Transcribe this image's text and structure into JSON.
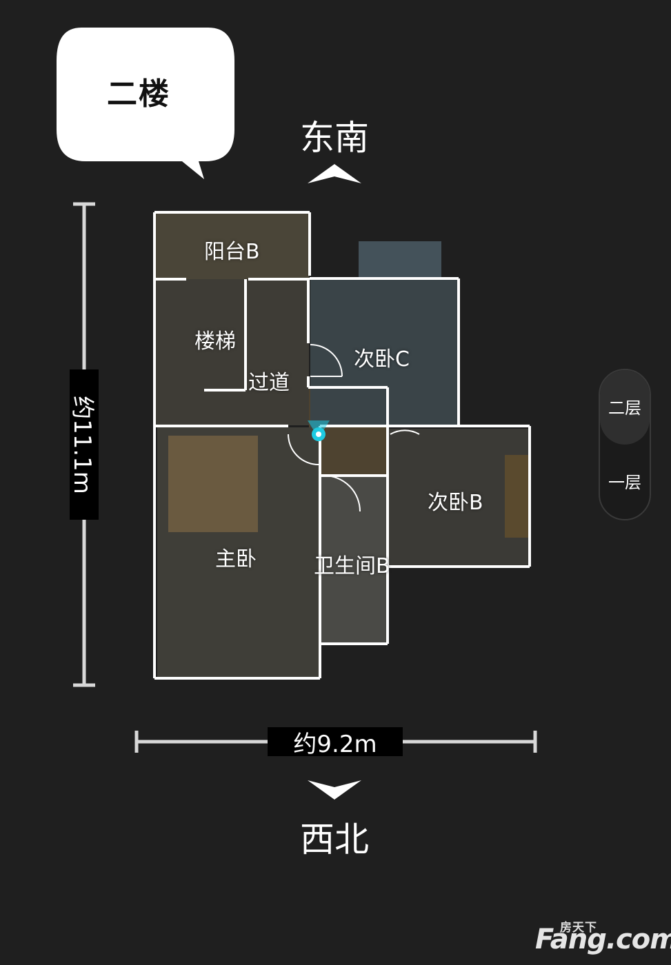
{
  "floor_tag": "二楼",
  "directions": {
    "top": "东南",
    "bottom": "西北"
  },
  "dimensions": {
    "height": "约11.1m",
    "width": "约9.2m"
  },
  "rooms": {
    "balcony": "阳台B",
    "stairs": "楼梯",
    "corridor": "过道",
    "bedroom_c": "次卧C",
    "bedroom_b": "次卧B",
    "master": "主卧",
    "bathroom": "卫生间B"
  },
  "floor_switcher": {
    "items": [
      "二层",
      "一层"
    ],
    "active": "二层"
  },
  "colors": {
    "background": "#1f1f1f",
    "wall": "#ffffff",
    "locator": "#1ecbe1"
  },
  "watermark": {
    "top": "房天下",
    "main": "Fang.com"
  }
}
